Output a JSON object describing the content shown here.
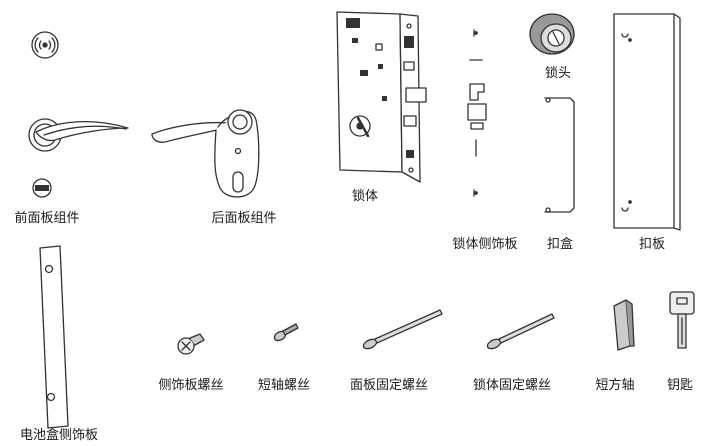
{
  "parts": {
    "front_panel": "前面板组件",
    "rear_panel": "后面板组件",
    "lock_body": "锁体",
    "lock_side_plate": "锁体侧饰板",
    "strike_box": "扣盒",
    "strike_plate": "扣板",
    "cylinder": "锁头",
    "battery_cover_plate": "电池盒侧饰板",
    "side_plate_screw": "侧饰板螺丝",
    "short_shaft_screw": "短轴螺丝",
    "panel_fixing_screw": "面板固定螺丝",
    "lock_body_fixing_screw": "锁体固定螺丝",
    "short_square_shaft": "短方轴",
    "key": "钥匙"
  },
  "icons": {
    "nfc": "nfc-icon",
    "keyhole": "keyhole-icon"
  }
}
